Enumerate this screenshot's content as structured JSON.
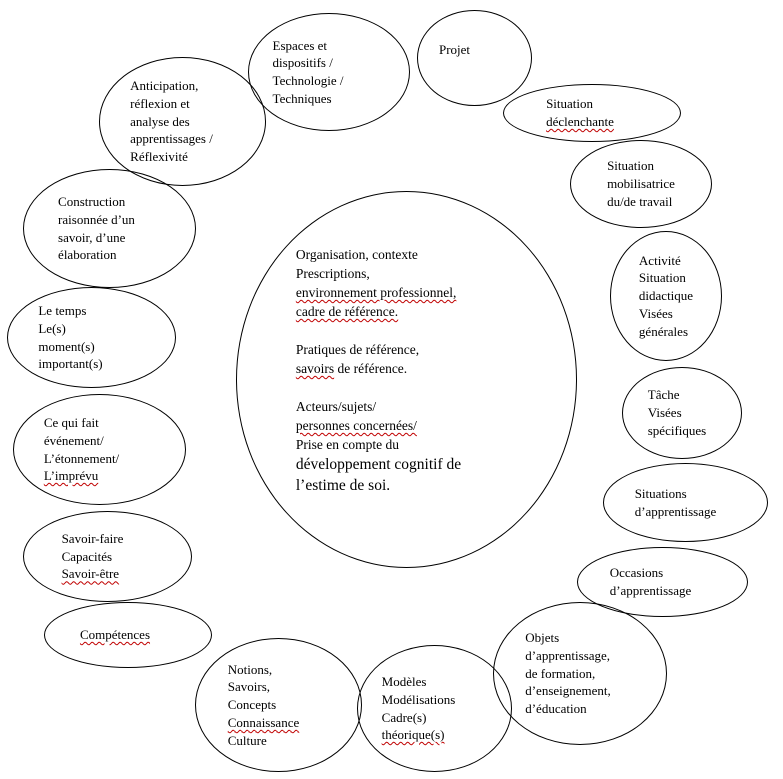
{
  "diagram": {
    "kind": "concept-map of pedagogical concepts (French)",
    "colors": {
      "background": "#ffffff",
      "ellipse_outline": "#000000",
      "text": "#000000",
      "spellcheck_underline": "#c00000"
    }
  },
  "nodes": {
    "espaces": {
      "lines": [
        "Espaces et",
        "dispositifs /",
        "Technologie /",
        "Techniques"
      ]
    },
    "projet": {
      "lines": [
        "Projet"
      ]
    },
    "declenchante": {
      "lines": [
        "Situation",
        "déclenchante"
      ],
      "misspelled": [
        "déclenchante"
      ]
    },
    "mobilisatrice": {
      "lines": [
        "Situation",
        "mobilisatrice",
        "du/de travail"
      ]
    },
    "activite": {
      "lines": [
        "Activité",
        "Situation",
        "didactique",
        "Visées",
        "générales"
      ]
    },
    "tache": {
      "lines": [
        "Tâche",
        "Visées",
        "spécifiques"
      ]
    },
    "situations": {
      "lines": [
        "Situations",
        "d’apprentissage"
      ]
    },
    "occasions": {
      "lines": [
        "Occasions",
        "d’apprentissage"
      ]
    },
    "objets": {
      "lines": [
        "Objets",
        "d’apprentissage,",
        "de formation,",
        "d’enseignement,",
        "d’éducation"
      ]
    },
    "modeles": {
      "lines": [
        "Modèles",
        "Modélisations",
        "Cadre(s)",
        "théorique(s)"
      ],
      "misspelled": [
        "théorique(s)"
      ]
    },
    "notions": {
      "lines": [
        "Notions,",
        "Savoirs,",
        "Concepts",
        "Connaissance",
        "Culture"
      ],
      "misspelled": [
        "Connaissance"
      ]
    },
    "competences": {
      "lines": [
        "Compétences"
      ],
      "misspelled": [
        "Compétences"
      ]
    },
    "savoirfaire": {
      "lines": [
        "Savoir-faire",
        "Capacités",
        "Savoir-être"
      ],
      "misspelled": [
        "Savoir-être"
      ]
    },
    "evenement": {
      "lines": [
        "Ce qui fait",
        "événement/",
        "L’étonnement/",
        "L’imprévu"
      ],
      "misspelled": [
        "L’imprévu"
      ]
    },
    "temps": {
      "lines": [
        "Le temps",
        "Le(s)",
        "moment(s)",
        "important(s)"
      ]
    },
    "construction": {
      "lines": [
        "Construction",
        "raisonnée d’un",
        "savoir, d’une",
        "élaboration"
      ]
    },
    "anticipation": {
      "lines": [
        "Anticipation,",
        "réflexion et",
        "analyse des",
        "apprentissages /",
        "Réflexivité"
      ]
    }
  },
  "center": {
    "p1": [
      "Organisation, contexte",
      "Prescriptions,",
      "environnement professionnel,",
      "cadre de référence."
    ],
    "p2a": "Pratiques de référence,",
    "p2b_wavy": "savoirs",
    "p2b_rest": " de référence.",
    "p3": [
      "Acteurs/sujets/",
      "personnes concernées/",
      "Prise en compte du"
    ],
    "p3_large": [
      "développement cognitif de",
      "l’estime de soi."
    ],
    "misspelled": [
      "environnement professionnel,",
      "cadre de référence.",
      "savoirs",
      "personnes concernées/"
    ]
  }
}
